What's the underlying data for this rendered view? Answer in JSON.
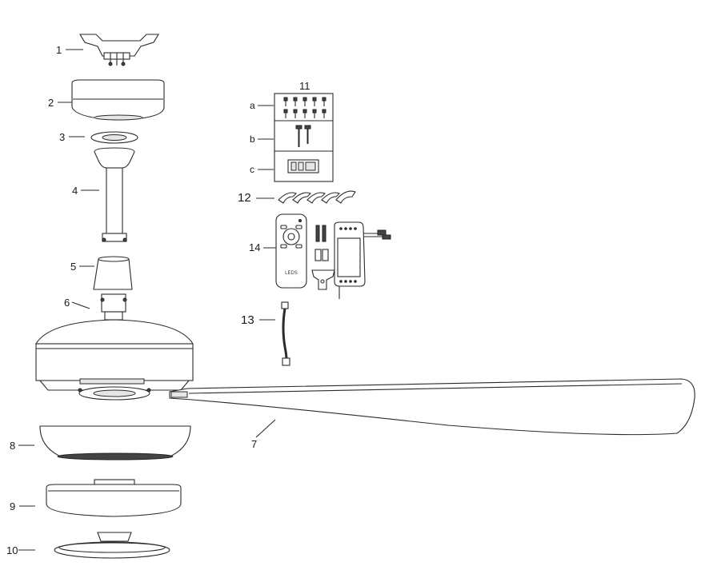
{
  "callouts": {
    "c1": "1",
    "c2": "2",
    "c3": "3",
    "c4": "4",
    "c5": "5",
    "c6": "6",
    "c7": "7",
    "c8": "8",
    "c9": "9",
    "c10": "10",
    "c11": "11",
    "c11a": "a",
    "c11b": "b",
    "c11c": "c",
    "c12": "12",
    "c13": "13",
    "c14": "14"
  },
  "remote_text": "LEDS"
}
